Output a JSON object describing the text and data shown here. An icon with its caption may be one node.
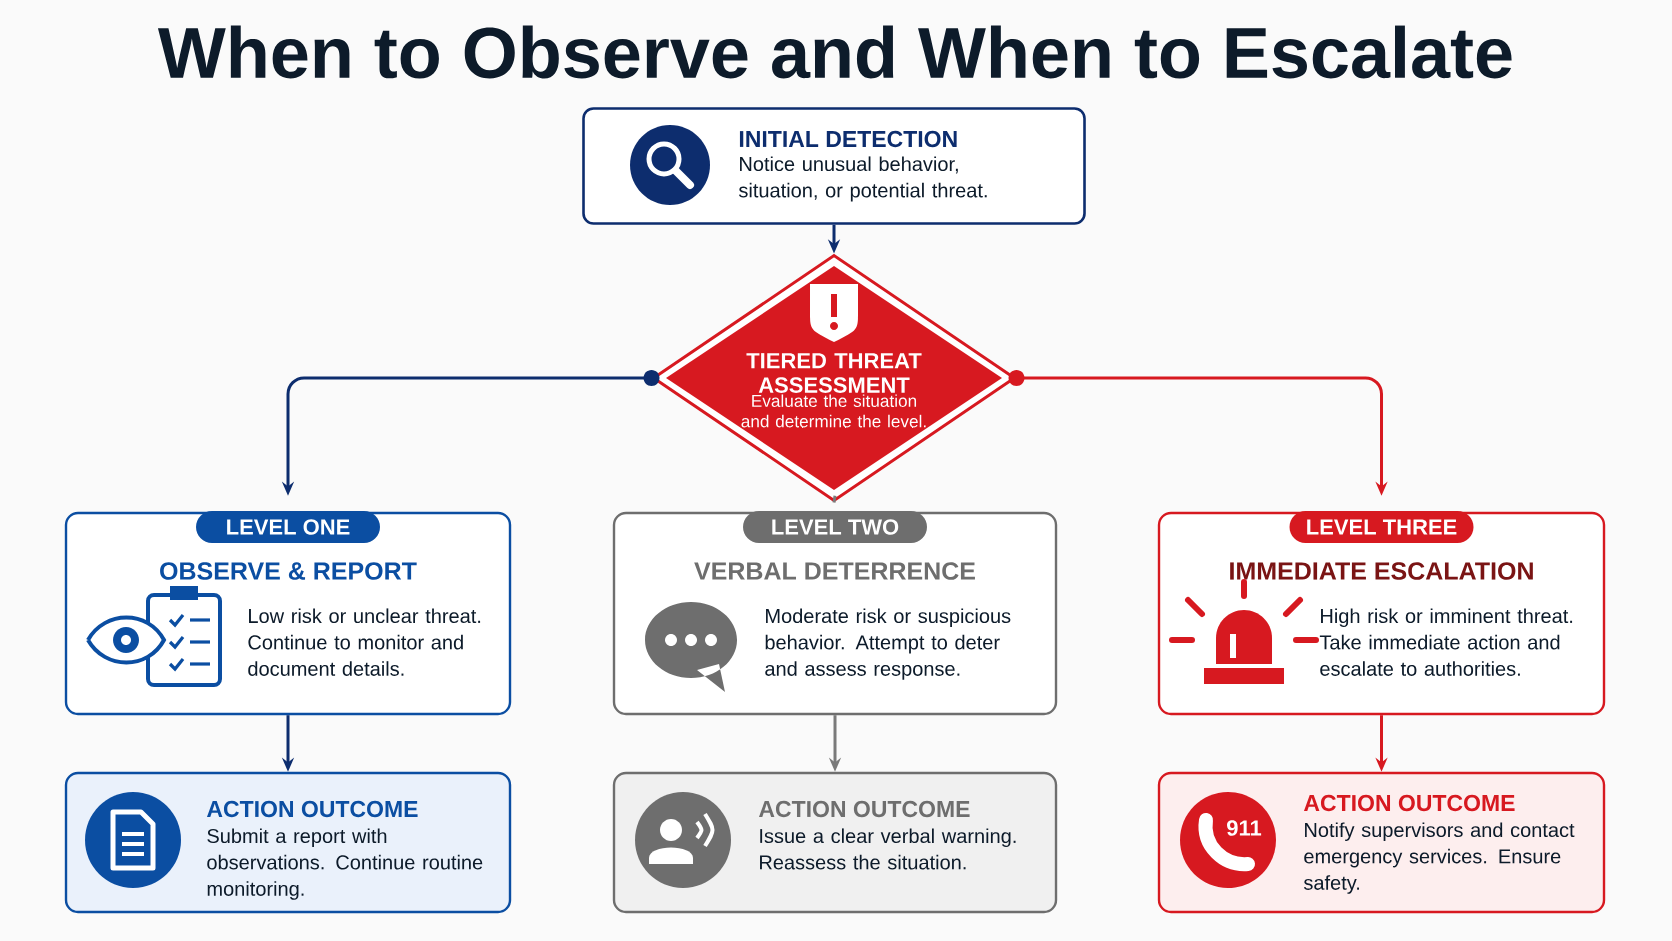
{
  "diagram": {
    "title": "When to Observe and When to Escalate",
    "nodes": [
      {
        "text": [
          "INITIAL DETECTION",
          "Notice unusual behavior, situation, or potential threat."
        ]
      },
      {
        "text": [
          "TIERED THREAT ASSESSMENT",
          "Evaluate the situation and determine the level."
        ]
      },
      {
        "text": [
          "LEVEL ONE",
          "OBSERVE & REPORT",
          "Low risk or unclear threat. Continue to monitor and document details."
        ]
      },
      {
        "text": [
          "LEVEL TWO",
          "VERBAL DETERRENCE",
          "Moderate risk or suspicious behavior. Attempt to deter and assess response."
        ]
      },
      {
        "text": [
          "LEVEL THREE",
          "IMMEDIATE ESCALATION",
          "High risk or imminent threat. Take immediate action and escalate to authorities."
        ]
      },
      {
        "text": [
          "ACTION OUTCOME",
          "Submit a report with observations. Continue routine monitoring."
        ]
      },
      {
        "text": [
          "ACTION OUTCOME",
          "Issue a clear verbal warning. Reassess the situation."
        ]
      },
      {
        "text": [
          "ACTION OUTCOME",
          "Notify supervisors and contact emergency services. Ensure safety."
        ]
      }
    ],
    "edges": [
      {
        "from": 0,
        "to": 1,
        "arrow": "to"
      },
      {
        "from": 1,
        "to": 2,
        "arrow": "to"
      },
      {
        "from": 1,
        "to": 3,
        "arrow": "none",
        "color": "#7a7a7a"
      },
      {
        "from": 1,
        "to": 4,
        "arrow": "to",
        "color": "#d71920"
      },
      {
        "from": 2,
        "to": 5,
        "arrow": "to"
      },
      {
        "from": 3,
        "to": 6,
        "arrow": "to",
        "color": "#7a7a7a"
      },
      {
        "from": 4,
        "to": 7,
        "arrow": "to",
        "color": "#d71920"
      }
    ],
    "labels": [
      "911"
    ]
  }
}
